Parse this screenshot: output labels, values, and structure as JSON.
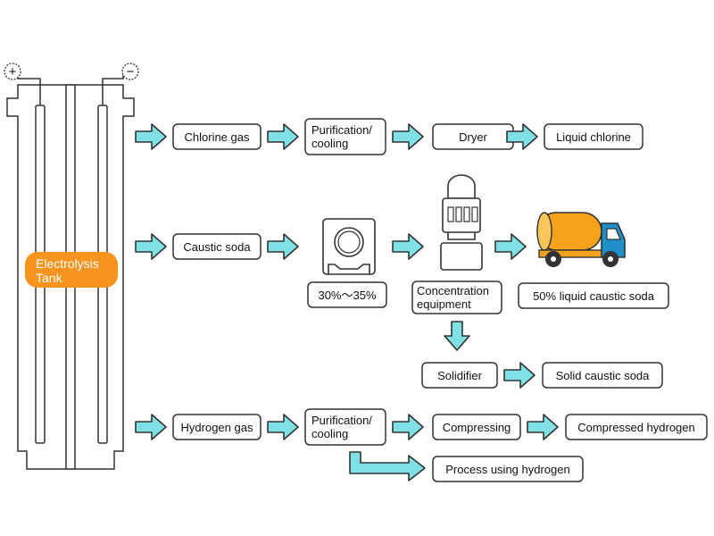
{
  "tank": {
    "label_line1": "Electrolysis",
    "label_line2": "Tank",
    "plus": "+",
    "minus": "−",
    "accent": "#f7941d"
  },
  "chlorine": {
    "gas": "Chlorine gas",
    "purify_l1": "Purification/",
    "purify_l2": "cooling",
    "dryer": "Dryer",
    "liquid": "Liquid chlorine"
  },
  "caustic": {
    "soda": "Caustic soda",
    "percent": "30%～35%",
    "conc_l1": "Concentration",
    "conc_l2": "equipment",
    "liquid50": "50% liquid caustic soda",
    "solidifier": "Solidifier",
    "solid": "Solid caustic soda"
  },
  "hydrogen": {
    "gas": "Hydrogen gas",
    "purify_l1": "Purification/",
    "purify_l2": "cooling",
    "compressing": "Compressing",
    "compressed": "Compressed hydrogen",
    "process": "Process using hydrogen"
  },
  "colors": {
    "arrow": "#7fe0e6",
    "truck_tank": "#f7a21b",
    "truck_cab": "#1f8fc8",
    "outline": "#333333"
  }
}
